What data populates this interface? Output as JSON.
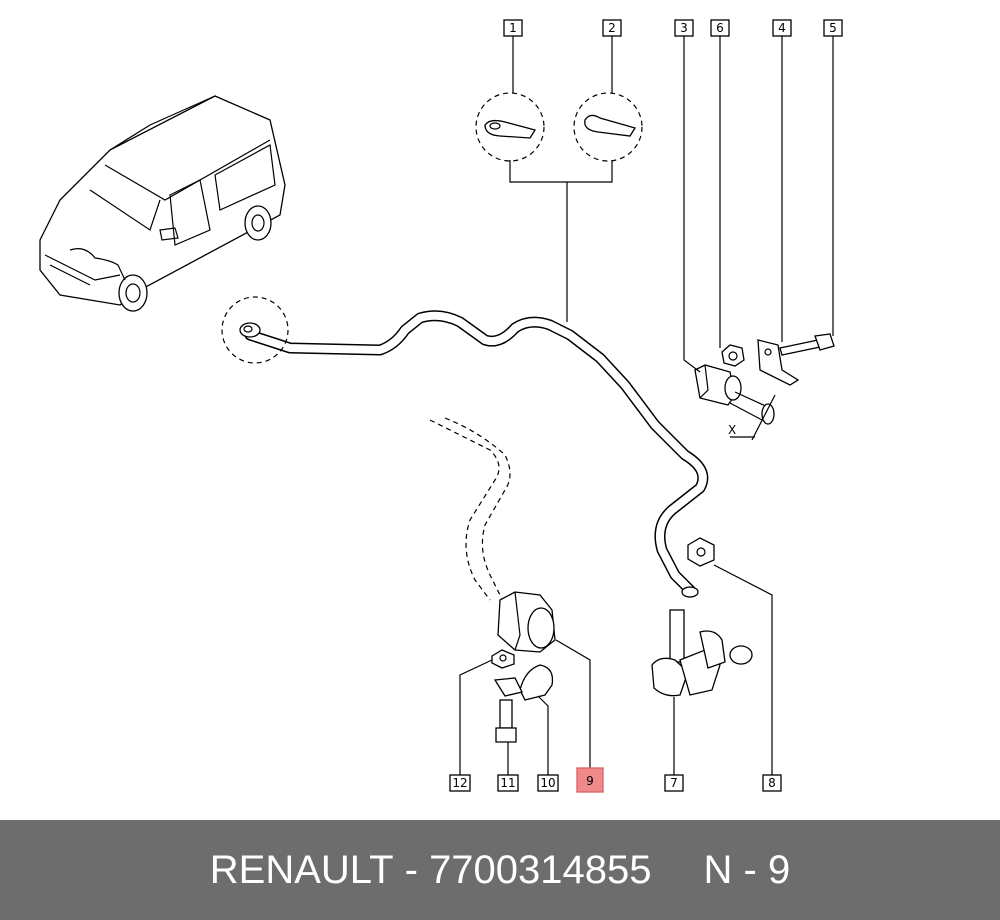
{
  "footer": {
    "brand": "RENAULT",
    "separator": " - ",
    "part_number": "7700314855",
    "ref_label": "N - 9"
  },
  "callouts": [
    {
      "id": "1",
      "highlighted": false
    },
    {
      "id": "2",
      "highlighted": false
    },
    {
      "id": "3",
      "highlighted": false
    },
    {
      "id": "6",
      "highlighted": false
    },
    {
      "id": "4",
      "highlighted": false
    },
    {
      "id": "5",
      "highlighted": false
    },
    {
      "id": "12",
      "highlighted": false
    },
    {
      "id": "11",
      "highlighted": false
    },
    {
      "id": "10",
      "highlighted": false
    },
    {
      "id": "9",
      "highlighted": true
    },
    {
      "id": "7",
      "highlighted": false
    },
    {
      "id": "8",
      "highlighted": false
    }
  ],
  "annotations": {
    "dimension_x": "X"
  },
  "colors": {
    "footer_bg": "#6d6d6d",
    "highlight": "#f08a8a",
    "ink": "#000000"
  }
}
